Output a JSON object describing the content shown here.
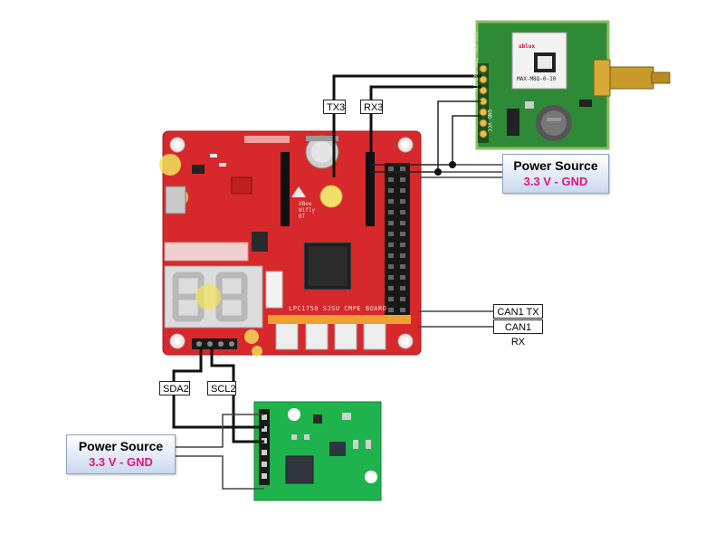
{
  "labels": {
    "tx3": "TX3",
    "rx3": "RX3",
    "can1_tx": "CAN1 TX",
    "can1_rx": "CAN1 RX",
    "sda2": "SDA2",
    "scl2": "SCL2"
  },
  "power_sources": [
    {
      "title": "Power Source",
      "voltage": "3.3 V - GND"
    },
    {
      "title": "Power Source",
      "voltage": "3.3 V - GND"
    }
  ],
  "main_board": {
    "caption": "LPC1758 SJSU CMPE BOARD",
    "xbee_text": "XBee Wifly BT"
  },
  "gps_module": {
    "chip_brand": "ublox",
    "chip_model": "MAX-M8Q-0-10",
    "pin_text": "SDA SCL TXD RXD TP",
    "pin_text_2": "GND VCC"
  },
  "colors": {
    "board_red": "#d92a2a",
    "module_green": "#2f8f3a",
    "wire": "#111111",
    "voltage_text": "#e0157d"
  }
}
